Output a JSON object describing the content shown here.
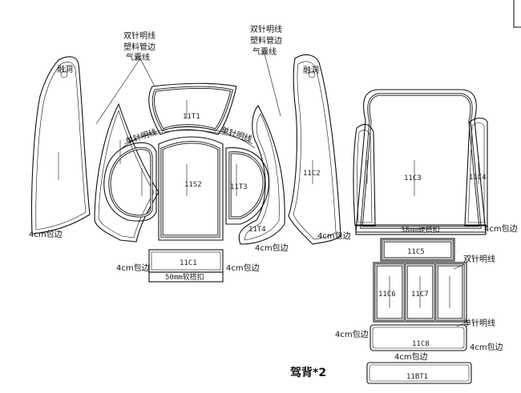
{
  "title": "驾背*2",
  "annotations": {
    "seam_pipe_left": [
      "双针明线",
      "塑料管边",
      "气囊线"
    ],
    "seam_pipe_right": [
      "双针明线",
      "塑料管边",
      "气囊线"
    ],
    "punch_hole": "融洞",
    "single_stitch": "单针明线",
    "double_stitch": "双针明线",
    "edge_4cm": "4cm包边",
    "hard_buckle_38": "38mm硬搭扣",
    "soft_buckle_50": "50mm软搭扣"
  },
  "pieces": {
    "t1": "11T1",
    "s2": "11S2",
    "t3": "11T3",
    "t4": "11T4",
    "c1": "11C1",
    "c2": "11C2",
    "c3": "11C3",
    "c4": "11C4",
    "c5": "11C5",
    "c6": "11C6",
    "c7": "11C7",
    "c8": "11C8",
    "bt1": "11BT1"
  }
}
